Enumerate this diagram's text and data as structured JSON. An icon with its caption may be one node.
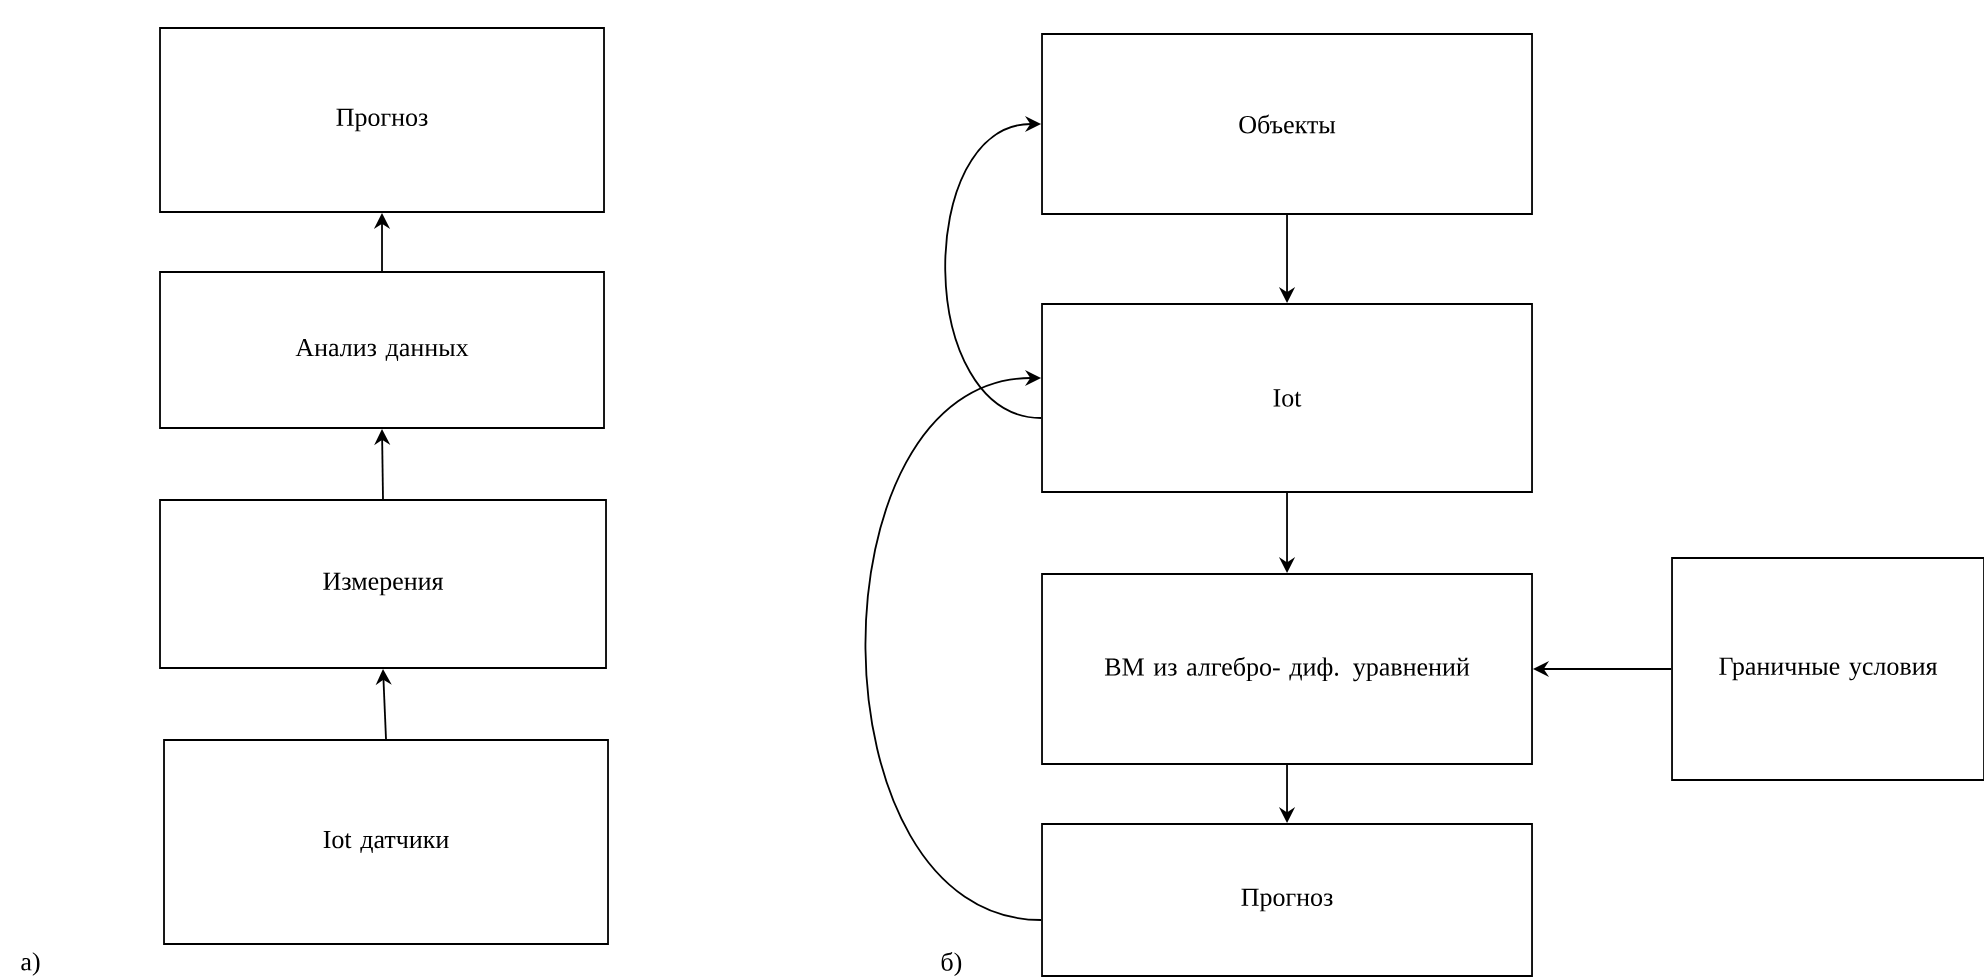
{
  "diagram": {
    "nodes": [
      {
        "text": [
          "Прогноз"
        ]
      },
      {
        "text": [
          "Анализ данных"
        ]
      },
      {
        "text": [
          "Измерения"
        ]
      },
      {
        "text": [
          "Iot датчики"
        ]
      },
      {
        "text": [
          "Объекты"
        ]
      },
      {
        "text": [
          "Iot"
        ]
      },
      {
        "text": [
          "ВМ из алгебро- диф. уравнений"
        ]
      },
      {
        "text": [
          "Прогноз"
        ]
      },
      {
        "text": [
          "Граничные условия"
        ]
      }
    ],
    "edges": [
      {
        "from": 3,
        "to": 2,
        "arrow": "to"
      },
      {
        "from": 2,
        "to": 1,
        "arrow": "to"
      },
      {
        "from": 1,
        "to": 0,
        "arrow": "to"
      },
      {
        "from": 4,
        "to": 5,
        "arrow": "to"
      },
      {
        "from": 5,
        "to": 6,
        "arrow": "to"
      },
      {
        "from": 6,
        "to": 7,
        "arrow": "to"
      },
      {
        "from": 8,
        "to": 6,
        "arrow": "to"
      },
      {
        "from": 5,
        "to": 4,
        "arrow": "to"
      },
      {
        "from": 7,
        "to": 5,
        "arrow": "to"
      }
    ],
    "labels": [
      "а)",
      "б)"
    ]
  }
}
